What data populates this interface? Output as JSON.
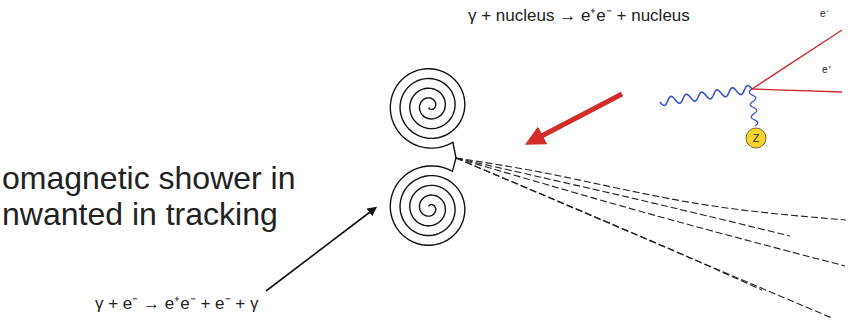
{
  "diagram": {
    "nodes": [
      {
        "text": [
          "Z"
        ]
      }
    ],
    "labels": [
      "γ + nucleus → e⁺e⁻ + nucleus",
      "e⁻",
      "e⁺",
      "omagnetic shower in",
      "nwanted in tracking",
      "γ + e⁻ → e⁺e⁻ + e⁻ + γ"
    ]
  }
}
